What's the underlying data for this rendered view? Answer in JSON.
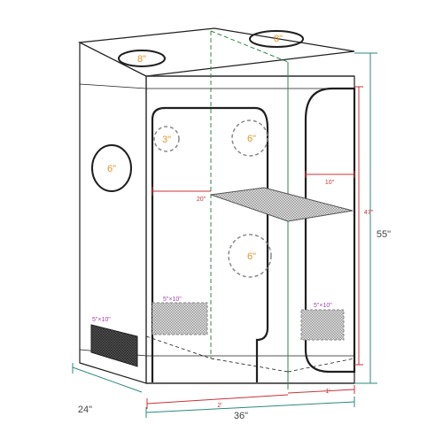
{
  "colors": {
    "outline": "#1f1f1f",
    "panel": "#3a3a3a",
    "dim_red": "#c8333a",
    "green": "#2f8a4a",
    "teal": "#2a8a7a",
    "port_label": "#e0962a",
    "vent_label": "#a23ea8",
    "port_dash": "#888888"
  },
  "ports": {
    "top_front": "8\"",
    "top_back": "8\"",
    "side": "6\"",
    "door_small": "3\"",
    "door_upper": "6\"",
    "door_lower": "6\""
  },
  "vents": {
    "side": "5\"×10\"",
    "door": "5\"×10\"",
    "right": "5\"×10\""
  },
  "dimensions": {
    "depth": "24\"",
    "width": "36\"",
    "height": "55\"",
    "inner_height": "47\"",
    "left_section": "2'",
    "right_section": "1'",
    "tray_left": "20\"",
    "tray_right": "10\""
  }
}
